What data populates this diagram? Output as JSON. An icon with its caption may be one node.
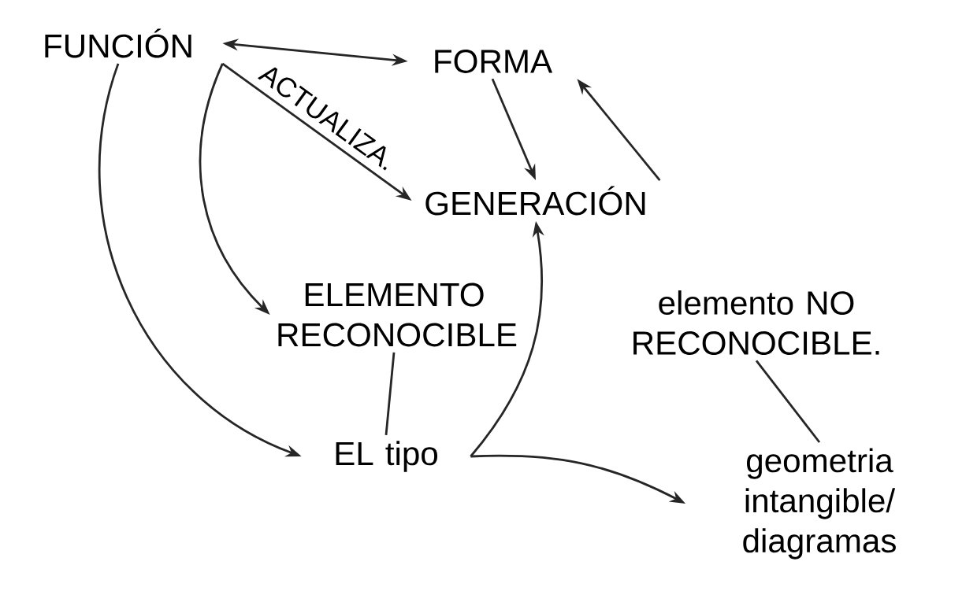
{
  "diagram": {
    "nodes": [
      {
        "text": [
          "FUNCIÓN"
        ]
      },
      {
        "text": [
          "FORMA"
        ]
      },
      {
        "text": [
          "GENERACIÓN"
        ]
      },
      {
        "text": [
          "ELEMENTO RECONOCIBLE"
        ]
      },
      {
        "text": [
          "EL tipo"
        ]
      },
      {
        "text": [
          "elemento NO RECONOCIBLE."
        ]
      },
      {
        "text": [
          "geometria intangible/ diagramas"
        ]
      }
    ],
    "edges": [
      {
        "from": 0,
        "to": 1,
        "arrow": "both"
      },
      {
        "from": 1,
        "to": 2,
        "arrow": "to"
      },
      {
        "from": 0,
        "to": 2,
        "arrow": "to",
        "label": "ACTUALIZA."
      },
      {
        "from": 0,
        "to": 3,
        "arrow": "to"
      },
      {
        "from": 0,
        "to": 4,
        "arrow": "to"
      },
      {
        "from": 3,
        "to": 4,
        "arrow": "none"
      },
      {
        "from": 4,
        "to": 2,
        "arrow": "to"
      },
      {
        "from": 2,
        "to": 1,
        "arrow": "to"
      },
      {
        "from": 4,
        "to": 6,
        "arrow": "to"
      },
      {
        "from": 5,
        "to": 6,
        "arrow": "none"
      }
    ]
  }
}
